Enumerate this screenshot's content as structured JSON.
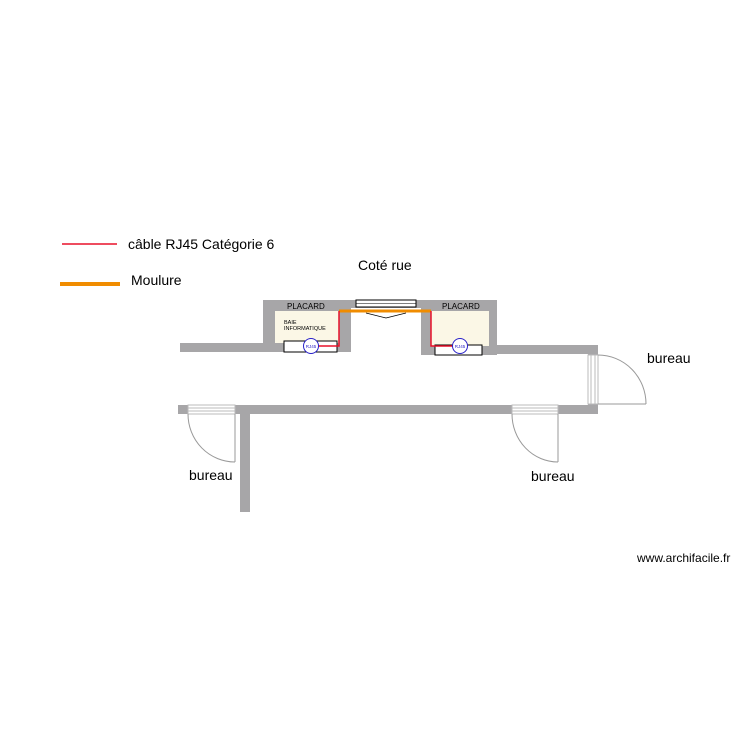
{
  "legend": [
    {
      "label": "câble RJ45 Catégorie 6",
      "color": "#e8102a"
    },
    {
      "label": "Moulure",
      "color": "#f08c00"
    }
  ],
  "labels": {
    "street_side": "Coté rue",
    "closet_left": "PLACARD",
    "closet_right": "PLACARD",
    "rack_line1": "BAIE",
    "rack_line2": "INFORMATIQUE",
    "socket_left": "RJ45",
    "socket_right": "RJ45",
    "room_right": "bureau",
    "room_bottom_left": "bureau",
    "room_bottom_right": "bureau"
  },
  "watermark": "www.archifacile.fr",
  "colors": {
    "wall": "#a7a6a8",
    "closet_floor": "#fbf7e6",
    "socket": "#2a22c8"
  }
}
